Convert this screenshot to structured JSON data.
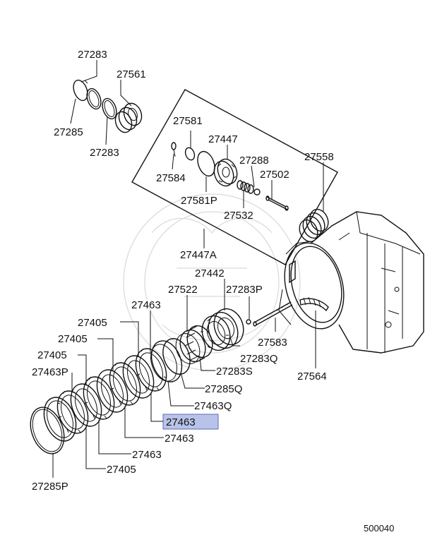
{
  "diagram": {
    "code": "500040",
    "highlighted_part": "27463",
    "labels": {
      "p27283_top": "27283",
      "p27561": "27561",
      "p27285": "27285",
      "p27283_mid": "27283",
      "p27581": "27581",
      "p27447": "27447",
      "p27288": "27288",
      "p27558": "27558",
      "p27584": "27584",
      "p27502": "27502",
      "p27581P": "27581P",
      "p27532": "27532",
      "p27447A": "27447A",
      "p27442": "27442",
      "p27522": "27522",
      "p27283P": "27283P",
      "p27463_a": "27463",
      "p27405_a": "27405",
      "p27405_b": "27405",
      "p27405_c": "27405",
      "p27463P": "27463P",
      "p27583": "27583",
      "p27283Q": "27283Q",
      "p27564": "27564",
      "p27283S": "27283S",
      "p27285Q": "27285Q",
      "p27463Q": "27463Q",
      "p27463_hl": "27463",
      "p27463_b": "27463",
      "p27463_c": "27463",
      "p27405_d": "27405",
      "p27285P": "27285P"
    }
  }
}
